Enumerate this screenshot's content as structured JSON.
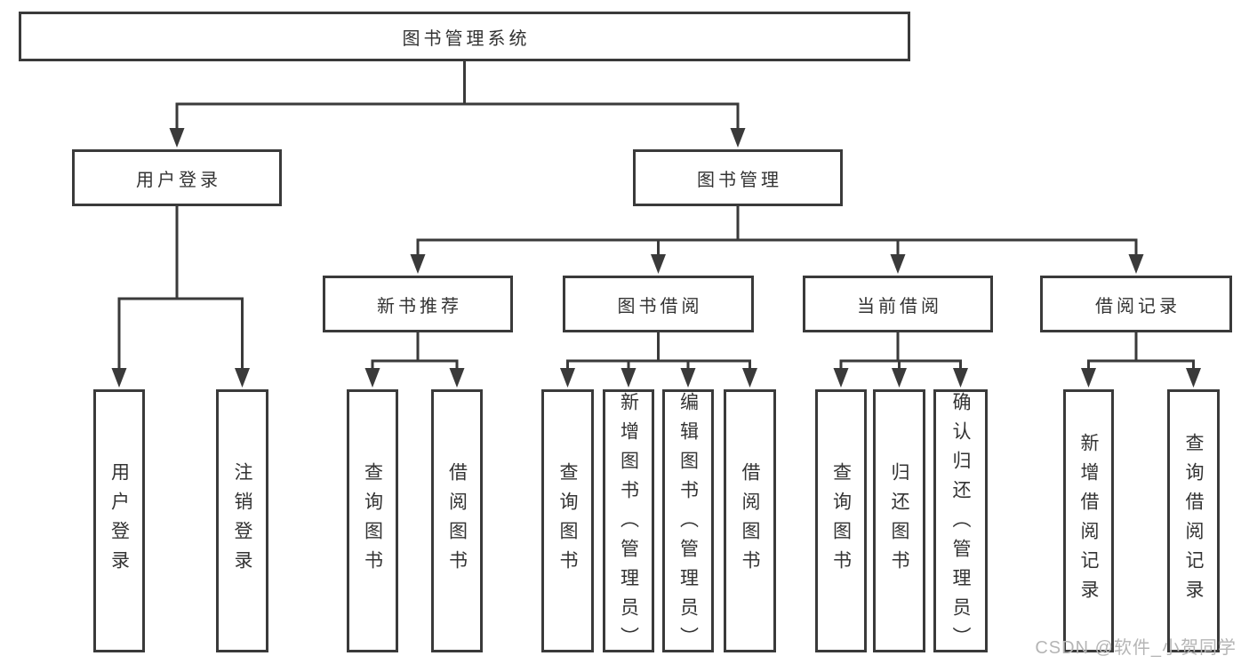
{
  "diagram": {
    "type": "hierarchy-tree",
    "title": "图书管理系统"
  },
  "colors": {
    "background": "#ffffff",
    "line": "#3a3a3a",
    "text": "#333333",
    "watermark": "#b5b5b5"
  },
  "nodes": [
    {
      "id": "root",
      "label": "图书管理系统",
      "level": 0,
      "parent": null,
      "text_direction": "horizontal"
    },
    {
      "id": "user-login",
      "label": "用户登录",
      "level": 1,
      "parent": "root",
      "text_direction": "horizontal"
    },
    {
      "id": "book-mgmt",
      "label": "图书管理",
      "level": 1,
      "parent": "root",
      "text_direction": "horizontal"
    },
    {
      "id": "new-book-rec",
      "label": "新书推荐",
      "level": 2,
      "parent": "book-mgmt",
      "text_direction": "horizontal"
    },
    {
      "id": "book-borrow",
      "label": "图书借阅",
      "level": 2,
      "parent": "book-mgmt",
      "text_direction": "horizontal"
    },
    {
      "id": "current-borrow",
      "label": "当前借阅",
      "level": 2,
      "parent": "book-mgmt",
      "text_direction": "horizontal"
    },
    {
      "id": "borrow-record",
      "label": "借阅记录",
      "level": 2,
      "parent": "book-mgmt",
      "text_direction": "horizontal"
    },
    {
      "id": "leaf-user-login",
      "label": "用户登录",
      "level": 3,
      "parent": "user-login",
      "text_direction": "vertical"
    },
    {
      "id": "leaf-user-logout",
      "label": "注销登录",
      "level": 3,
      "parent": "user-login",
      "text_direction": "vertical"
    },
    {
      "id": "leaf-rec-query",
      "label": "查询图书",
      "level": 3,
      "parent": "new-book-rec",
      "text_direction": "vertical"
    },
    {
      "id": "leaf-rec-borrow",
      "label": "借阅图书",
      "level": 3,
      "parent": "new-book-rec",
      "text_direction": "vertical"
    },
    {
      "id": "leaf-bb-query",
      "label": "查询图书",
      "level": 3,
      "parent": "book-borrow",
      "text_direction": "vertical"
    },
    {
      "id": "leaf-bb-add",
      "label": "新增图书（管理员）",
      "level": 3,
      "parent": "book-borrow",
      "text_direction": "vertical"
    },
    {
      "id": "leaf-bb-edit",
      "label": "编辑图书（管理员）",
      "level": 3,
      "parent": "book-borrow",
      "text_direction": "vertical"
    },
    {
      "id": "leaf-bb-borrow",
      "label": "借阅图书",
      "level": 3,
      "parent": "book-borrow",
      "text_direction": "vertical"
    },
    {
      "id": "leaf-cb-query",
      "label": "查询图书",
      "level": 3,
      "parent": "current-borrow",
      "text_direction": "vertical"
    },
    {
      "id": "leaf-cb-return",
      "label": "归还图书",
      "level": 3,
      "parent": "current-borrow",
      "text_direction": "vertical"
    },
    {
      "id": "leaf-cb-confirm",
      "label": "确认归还（管理员）",
      "level": 3,
      "parent": "current-borrow",
      "text_direction": "vertical"
    },
    {
      "id": "leaf-br-add",
      "label": "新增借阅记录",
      "level": 3,
      "parent": "borrow-record",
      "text_direction": "vertical"
    },
    {
      "id": "leaf-br-query",
      "label": "查询借阅记录",
      "level": 3,
      "parent": "borrow-record",
      "text_direction": "vertical"
    }
  ],
  "watermark": {
    "text": "CSDN @软件_小贺同学"
  }
}
